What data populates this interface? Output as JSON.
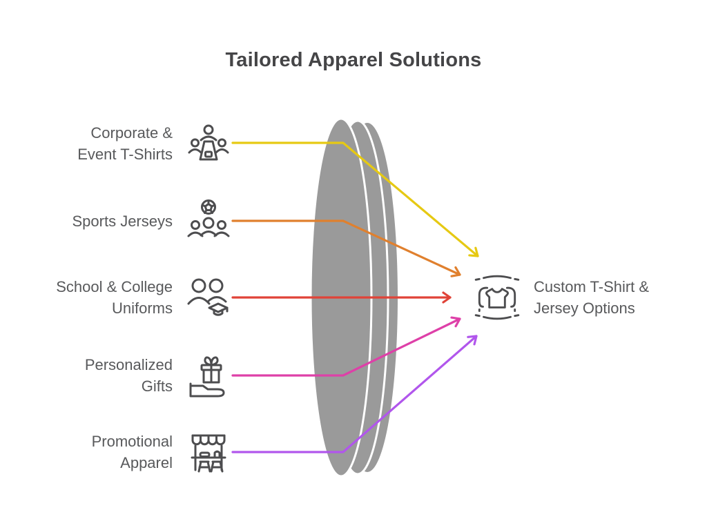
{
  "title": "Tailored Apparel Solutions",
  "items": [
    {
      "label": "Corporate &\nEvent T-Shirts",
      "icon": "podium-speaker-icon",
      "color": "#e6c913"
    },
    {
      "label": "Sports Jerseys",
      "icon": "sports-team-ball-icon",
      "color": "#e0802e"
    },
    {
      "label": "School & College\nUniforms",
      "icon": "students-graduation-icon",
      "color": "#e04338"
    },
    {
      "label": "Personalized\nGifts",
      "icon": "gift-in-hand-icon",
      "color": "#de40a8"
    },
    {
      "label": "Promotional\nApparel",
      "icon": "market-stall-icon",
      "color": "#b156ec"
    }
  ],
  "output": {
    "label": "Custom T-Shirt &\nJersey Options",
    "icon": "custom-tshirt-frame-icon"
  },
  "palette": {
    "lens": "#9a9a9a",
    "icon_stroke": "#4d4d4f",
    "label_text": "#58595b",
    "title_text": "#454547"
  }
}
